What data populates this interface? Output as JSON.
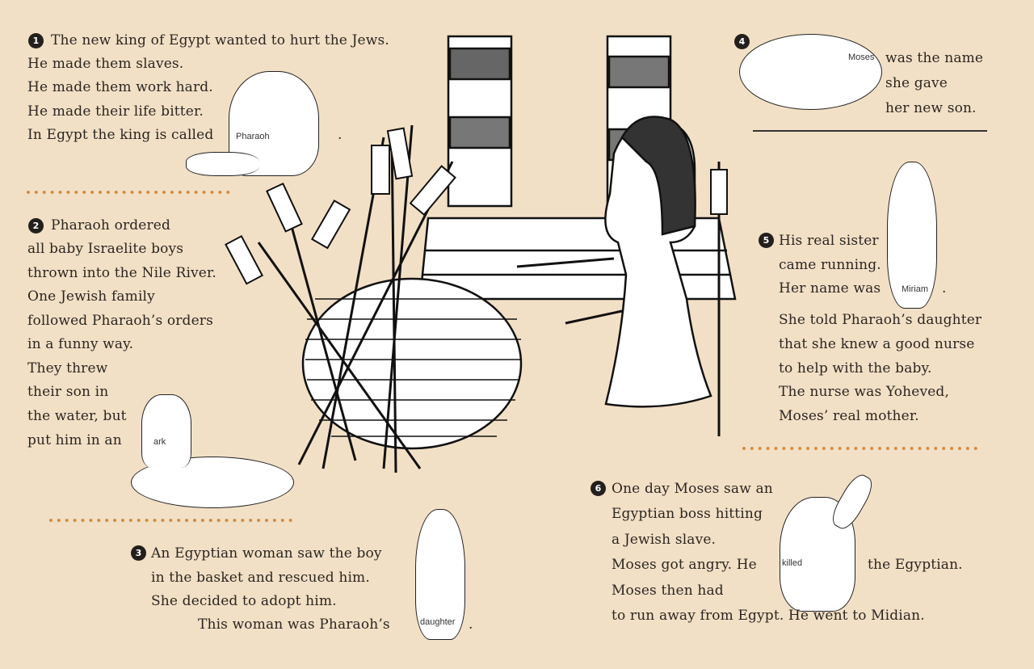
{
  "colors": {
    "background": "#f2e0c6",
    "dots": "#d58a3c",
    "badge": "#231f1c"
  },
  "sections": [
    {
      "number": "1",
      "lines": [
        "The new king of Egypt wanted to hurt the Jews.",
        "He made them slaves.",
        "He made them work hard.",
        "He made their life bitter.",
        "In Egypt the king is called"
      ],
      "answer": "Pharaoh",
      "after": "."
    },
    {
      "number": "2",
      "lines": [
        "Pharaoh ordered",
        "all baby Israelite boys",
        "thrown into the Nile River.",
        "One Jewish family",
        "followed Pharaoh’s orders",
        "in a funny way.",
        "They threw",
        "their son in",
        "the water, but",
        "put him in an"
      ],
      "answer": "ark"
    },
    {
      "number": "3",
      "lines": [
        "An Egyptian woman saw the boy",
        "in the basket and rescued him.",
        "She decided to adopt him.",
        "This woman was Pharaoh’s"
      ],
      "answer": "daughter",
      "after": "."
    },
    {
      "number": "4",
      "answer": "Moses",
      "lines": [
        "was the name",
        "she gave",
        "her new son."
      ]
    },
    {
      "number": "5",
      "lines": [
        "His real sister",
        "came running.",
        "Her name was",
        "She told Pharaoh’s daughter",
        "that she knew a good nurse",
        "to help with the baby.",
        "The nurse was Yoheved,",
        "Moses’ real mother."
      ],
      "answer": "Miriam",
      "after": "."
    },
    {
      "number": "6",
      "lines": [
        "One day Moses saw an",
        "Egyptian boss hitting",
        "a Jewish slave.",
        "Moses got angry. He",
        "Moses then had",
        "to run away from Egypt. He went to Midian."
      ],
      "answer": "killed",
      "after_answer": "the Egyptian."
    }
  ]
}
